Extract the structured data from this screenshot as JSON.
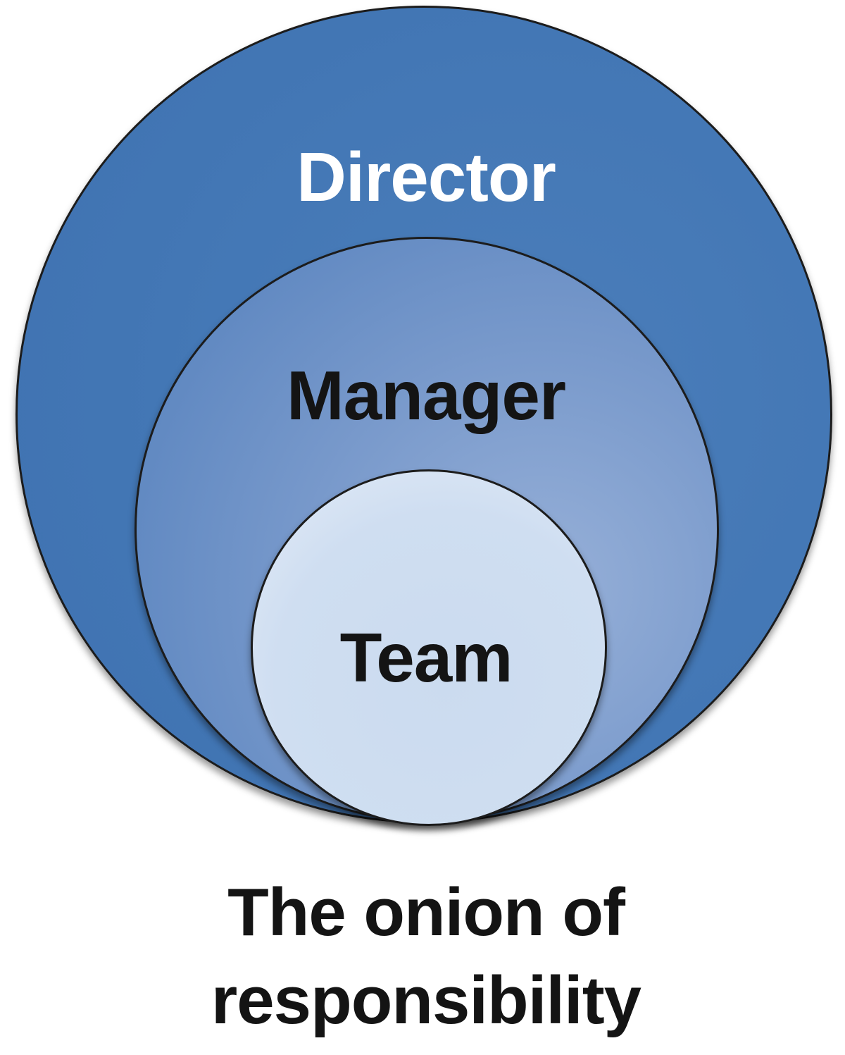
{
  "diagram": {
    "type": "onion-nested-circles",
    "layers": [
      {
        "label": "Director",
        "text_color": "#ffffff",
        "fill_color": "#4377b5",
        "position": "outer"
      },
      {
        "label": "Manager",
        "text_color": "#141414",
        "fill_color": "#7899cb",
        "position": "middle"
      },
      {
        "label": "Team",
        "text_color": "#141414",
        "fill_color": "#cfdef1",
        "position": "inner"
      }
    ],
    "caption": {
      "full": "The onion of responsibility",
      "line1": "The onion of",
      "line2": "responsibility"
    },
    "border_color": "#1c1c1c",
    "background_color": "#ffffff"
  }
}
